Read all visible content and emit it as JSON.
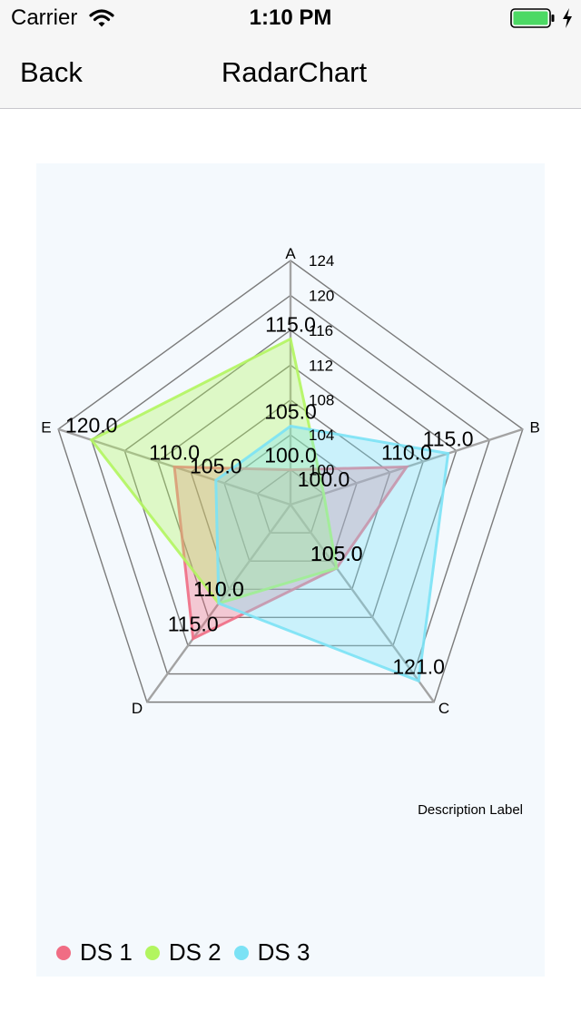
{
  "status_bar": {
    "carrier": "Carrier",
    "time": "1:10 PM",
    "battery_color": "#4cd964"
  },
  "nav": {
    "back_label": "Back",
    "title": "RadarChart"
  },
  "chart_data": {
    "type": "radar",
    "description": "Description Label",
    "axes": [
      "A",
      "B",
      "C",
      "D",
      "E"
    ],
    "rlim": [
      96,
      124
    ],
    "radial_ticks": [
      "100",
      "104",
      "108",
      "112",
      "116",
      "120",
      "124"
    ],
    "series": [
      {
        "name": "DS 1",
        "color": "#f06d84",
        "values": [
          100.0,
          110.0,
          105.0,
          115.0,
          110.0
        ],
        "labels": [
          "100.0",
          "110.0",
          "105.0",
          "115.0",
          "110.0"
        ]
      },
      {
        "name": "DS 2",
        "color": "#b2f55f",
        "values": [
          115.0,
          100.0,
          105.0,
          110.0,
          120.0
        ],
        "labels": [
          "115.0",
          "100.0",
          "105.0",
          "110.0",
          "120.0"
        ]
      },
      {
        "name": "DS 3",
        "color": "#7be2f5",
        "values": [
          105.0,
          115.0,
          121.0,
          110.0,
          105.0
        ],
        "labels": [
          "105.0",
          "115.0",
          "121.0",
          "110.0",
          "105.0"
        ]
      }
    ],
    "legend_position": "bottom-left"
  }
}
